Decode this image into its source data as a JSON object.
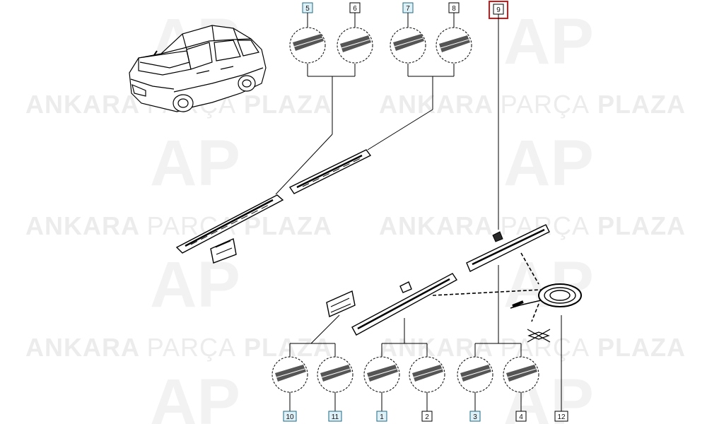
{
  "watermark": {
    "brand_bold_1": "ANKARA",
    "brand_light": "PARÇA",
    "brand_bold_2": "PLAZA",
    "logo_letters": "AP"
  },
  "callouts": [
    {
      "label": "5",
      "style": "blue"
    },
    {
      "label": "6",
      "style": "plain"
    },
    {
      "label": "7",
      "style": "blue"
    },
    {
      "label": "8",
      "style": "plain"
    },
    {
      "label": "9",
      "style": "plain",
      "selected": true
    },
    {
      "label": "10",
      "style": "blue"
    },
    {
      "label": "11",
      "style": "blue"
    },
    {
      "label": "1",
      "style": "blue"
    },
    {
      "label": "2",
      "style": "plain"
    },
    {
      "label": "3",
      "style": "blue"
    },
    {
      "label": "4",
      "style": "plain"
    },
    {
      "label": "12",
      "style": "plain"
    }
  ],
  "colors": {
    "selected_outline": "#d01818",
    "callout_blue_border": "#1d6a86",
    "watermark": "#ececec"
  }
}
